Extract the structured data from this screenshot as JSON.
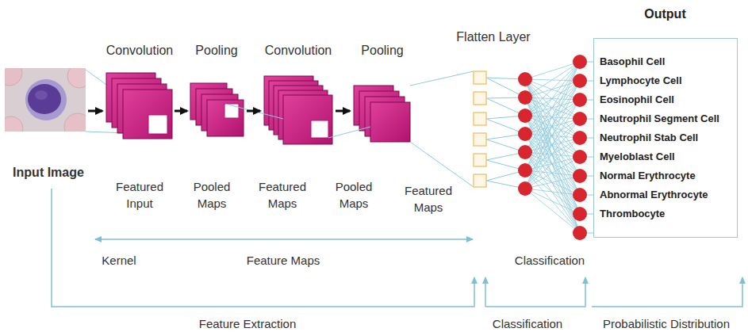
{
  "diagram": {
    "nodes": [
      {
        "text": [
          "Output",
          "Basophil Cell",
          "Lymphocyte Cell",
          "Eosinophil Cell",
          "Neutrophil Segment Cell",
          "Neutrophil Stab Cell",
          "Myeloblast Cell",
          "Normal Erythrocyte",
          "Abnormal Erythrocyte",
          "Thrombocyte"
        ]
      }
    ],
    "labels": [
      "Convolution",
      "Pooling",
      "Convolution",
      "Pooling",
      "Flatten Layer",
      "Input Image",
      "Featured Input",
      "Pooled Maps",
      "Featured Maps",
      "Pooled Maps",
      "Featured Maps",
      "Kernel",
      "Feature Maps",
      "Classification",
      "Feature Extraction",
      "Classification",
      "Probabilistic Distribution"
    ]
  }
}
